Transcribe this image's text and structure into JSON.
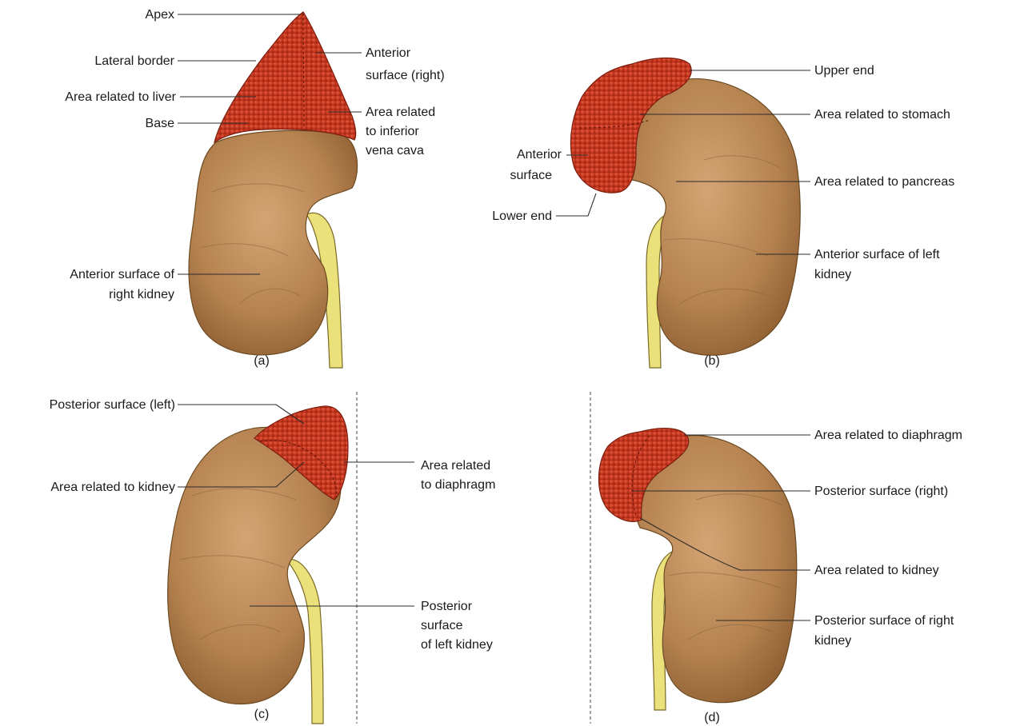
{
  "colors": {
    "kidney": "#b58250",
    "kidney_dark": "#8a5a2e",
    "kidney_light": "#d4a574",
    "gland": "#c8371e",
    "gland_dark": "#9e2512",
    "ureter": "#eae17a"
  },
  "panels": [
    {
      "id": "a",
      "caption": "(a)",
      "labels": [
        [
          "Apex"
        ],
        [
          "Lateral border"
        ],
        [
          "Area related to liver"
        ],
        [
          "Base"
        ],
        [
          "Anterior",
          "surface (right)"
        ],
        [
          "Area related",
          "to inferior",
          "vena cava"
        ],
        [
          "Anterior surface of",
          "right kidney"
        ]
      ]
    },
    {
      "id": "b",
      "caption": "(b)",
      "labels": [
        [
          "Upper end"
        ],
        [
          "Area related to stomach"
        ],
        [
          "Anterior",
          "surface"
        ],
        [
          "Area related to pancreas"
        ],
        [
          "Lower end"
        ],
        [
          "Anterior surface of left",
          "kidney"
        ]
      ]
    },
    {
      "id": "c",
      "caption": "(c)",
      "labels": [
        [
          "Posterior surface (left)"
        ],
        [
          "Area related",
          "to diaphragm"
        ],
        [
          "Area related to kidney"
        ],
        [
          "Posterior",
          "surface",
          "of left kidney"
        ]
      ]
    },
    {
      "id": "d",
      "caption": "(d)",
      "labels": [
        [
          "Area related to diaphragm"
        ],
        [
          "Posterior surface (right)"
        ],
        [
          "Area related to kidney"
        ],
        [
          "Posterior surface of right",
          "kidney"
        ]
      ]
    }
  ]
}
